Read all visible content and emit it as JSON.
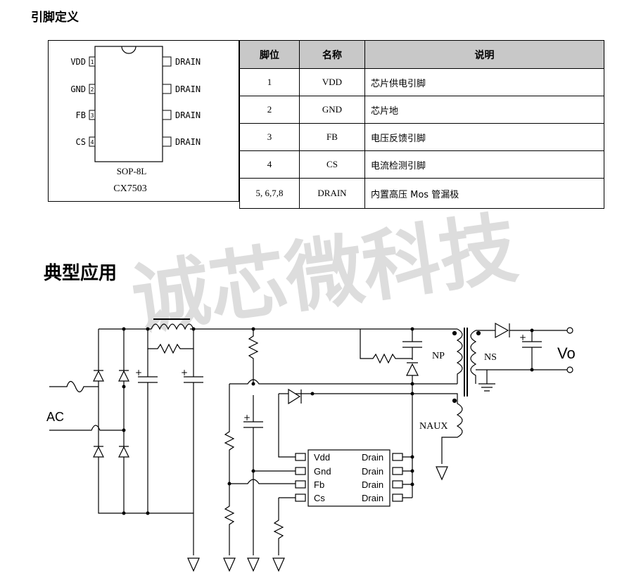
{
  "section1_title": "引脚定义",
  "package": {
    "left_pins": [
      {
        "name": "VDD",
        "num": "1"
      },
      {
        "name": "GND",
        "num": "2"
      },
      {
        "name": "FB",
        "num": "3"
      },
      {
        "name": "CS",
        "num": "4"
      }
    ],
    "right_pins": [
      "DRAIN",
      "DRAIN",
      "DRAIN",
      "DRAIN"
    ],
    "package_name": "SOP-8L",
    "part_number": "CX7503"
  },
  "pin_table": {
    "headers": [
      "脚位",
      "名称",
      "说明"
    ],
    "rows": [
      {
        "pin": "1",
        "name": "VDD",
        "desc": "芯片供电引脚"
      },
      {
        "pin": "2",
        "name": "GND",
        "desc": "芯片地"
      },
      {
        "pin": "3",
        "name": "FB",
        "desc": "电压反馈引脚"
      },
      {
        "pin": "4",
        "name": "CS",
        "desc": "电流检测引脚"
      },
      {
        "pin": "5, 6,7,8",
        "name": "DRAIN",
        "desc": "内置高压 Mos  管漏极"
      }
    ]
  },
  "section2_title": "典型应用",
  "watermark": "诚芯微科技",
  "schematic": {
    "ac_label": "AC",
    "np_label": "NP",
    "ns_label": "NS",
    "naux_label": "NAUX",
    "vo_label": "Vo",
    "ic_left_pins": [
      "Vdd",
      "Gnd",
      "Fb",
      "Cs"
    ],
    "ic_right_pins": [
      "Drain",
      "Drain",
      "Drain",
      "Drain"
    ],
    "cap_plus": "+"
  }
}
